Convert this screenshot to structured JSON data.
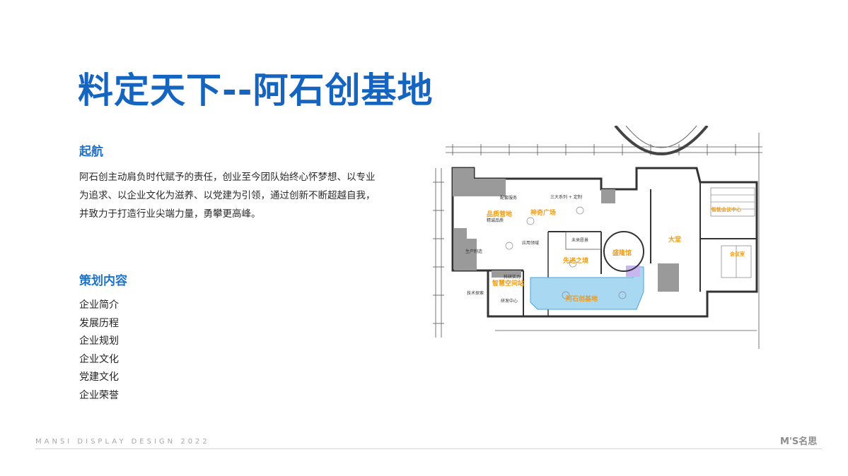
{
  "title": "料定天下--阿石创基地",
  "intro": {
    "heading": "起航",
    "lines": [
      "阿石创主动肩负时代赋予的责任，创业至今团队始终心怀梦想、以专业",
      "为追求、以企业文化为滋养、以党建为引领，通过创新不断超越自我，",
      "并致力于打造行业尖端力量，勇攀更高峰。"
    ]
  },
  "planning": {
    "heading": "策划内容",
    "items": [
      "企业简介",
      "发展历程",
      "企业规划",
      "企业文化",
      "党建文化",
      "企业荣誉"
    ]
  },
  "floorplan": {
    "orange_labels": [
      "品质营地",
      "神奇广场",
      "先进之境",
      "智慧空间站",
      "阿石创基地",
      "盛隆馆",
      "大堂",
      "智能会议中心",
      "会议室"
    ],
    "dark_labels": [
      "配套服务",
      "三大系列 + 定制",
      "精诚品质",
      "应用领域",
      "未来愿景",
      "科研实力",
      "技术探索",
      "研发中心",
      "生产制造"
    ]
  },
  "footer": {
    "text": "MANSI DISPLAY DESIGN 2022",
    "logo": "M'S名思"
  },
  "colors": {
    "title": "#1565c0",
    "accent": "#1e73c8",
    "plan_label": "#f39c12",
    "highlight": "#a9d8f2"
  }
}
